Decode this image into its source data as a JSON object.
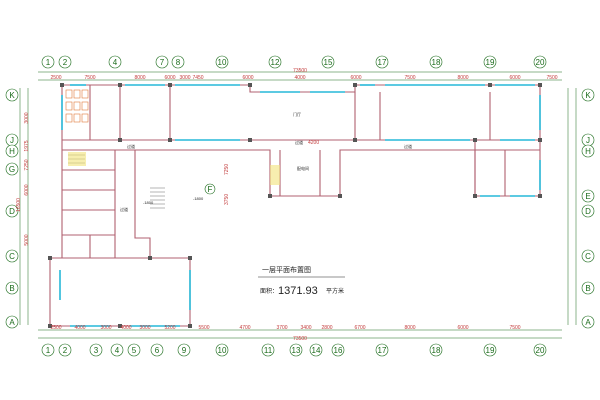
{
  "title": {
    "main": "一层平面布置图",
    "area_label": "面积：",
    "area_value": "1371.93",
    "area_unit": "平方米"
  },
  "top_axes": [
    "1",
    "2",
    "4",
    "7",
    "8",
    "10",
    "12",
    "15",
    "17",
    "18",
    "19",
    "20"
  ],
  "bottom_axes": [
    "1",
    "2",
    "3",
    "4",
    "5",
    "6",
    "9",
    "10",
    "11",
    "13",
    "14",
    "16",
    "17",
    "18",
    "19",
    "20"
  ],
  "left_axes": [
    "K",
    "J",
    "H",
    "G",
    "D",
    "C",
    "B",
    "A"
  ],
  "right_axes": [
    "K",
    "J",
    "H",
    "E",
    "D",
    "C",
    "B",
    "A"
  ],
  "top_total": "73500",
  "bottom_total": "73500",
  "left_total": "16500",
  "top_dims": [
    "2500",
    "7500",
    "8000",
    "6000",
    "3000",
    "7450",
    "6000",
    "4000",
    "6000",
    "7500",
    "8000",
    "6000",
    "7500"
  ],
  "bottom_dims": [
    "2500",
    "4000",
    "3000",
    "4000",
    "3000",
    "5200",
    "5500",
    "4700",
    "3700",
    "3400",
    "2800",
    "6700",
    "8000",
    "6000",
    "7500"
  ],
  "left_dims": [
    "3000",
    "1975",
    "7250",
    "6000",
    "5000"
  ],
  "room_labels": {
    "lobby": "门厅",
    "corridor_left": "过道",
    "corridor_right": "过道",
    "corridor_mid": "过道",
    "corridor_small": "过道",
    "stair_dim": "4200",
    "elev_a": "-1800",
    "elev_b": "-1800",
    "dim_7250": "7250",
    "dim_3750": "3750",
    "toilet": "配电间"
  }
}
